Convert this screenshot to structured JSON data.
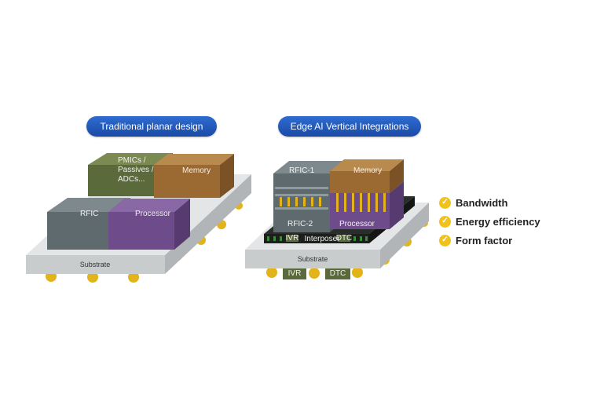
{
  "headers": {
    "left": "Traditional planar design",
    "right": "Edge AI Vertical Integrations"
  },
  "planar": {
    "pmics": [
      "PMICs /",
      "Passives /",
      "ADCs..."
    ],
    "memory": "Memory",
    "rfic": "RFIC",
    "processor": "Processor",
    "substrate": "Substrate"
  },
  "vertical": {
    "rfic1": "RFIC-1",
    "rfic2": "RFIC-2",
    "memory": "Memory",
    "processor": "Processor",
    "interposer": "Interposer",
    "interposer_left_tag": "IVR",
    "interposer_right_tag": "DTC",
    "substrate": "Substrate",
    "ivr": "IVR",
    "dtc": "DTC"
  },
  "benefits": [
    "Bandwidth",
    "Energy efficiency",
    "Form factor"
  ],
  "icons": {
    "benefit": "checkmark-icon"
  },
  "colors": {
    "header_pill": "#2161c4",
    "substrate": "#c9cccd",
    "pmics_block": "#5a6a3a",
    "memory_block": "#9a6a32",
    "rfic_block": "#5e6a6d",
    "processor_block": "#6e4b8a",
    "solder_ball": "#e2b419",
    "check": "#f1c21b"
  }
}
